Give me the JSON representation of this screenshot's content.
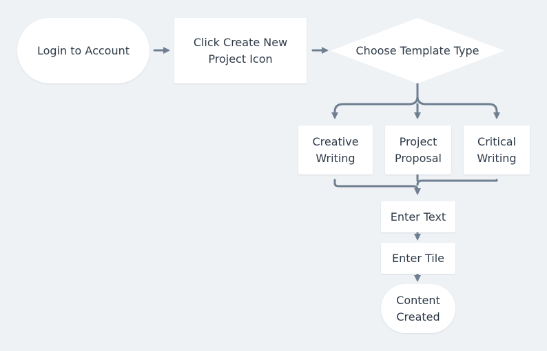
{
  "nodes": {
    "login": "Login to Account",
    "create_project": [
      "Click Create New",
      "Project Icon"
    ],
    "choose_template": "Choose Template Type",
    "creative_writing": [
      "Creative",
      "Writing"
    ],
    "project_proposal": [
      "Project",
      "Proposal"
    ],
    "critical_writing": [
      "Critical",
      "Writing"
    ],
    "enter_text": "Enter Text",
    "enter_tile": "Enter Tile",
    "content_created": [
      "Content",
      "Created"
    ]
  },
  "colors": {
    "background": "#eff2f5",
    "node_fill": "#ffffff",
    "text": "#2e3a48",
    "connector": "#6f7f91"
  }
}
